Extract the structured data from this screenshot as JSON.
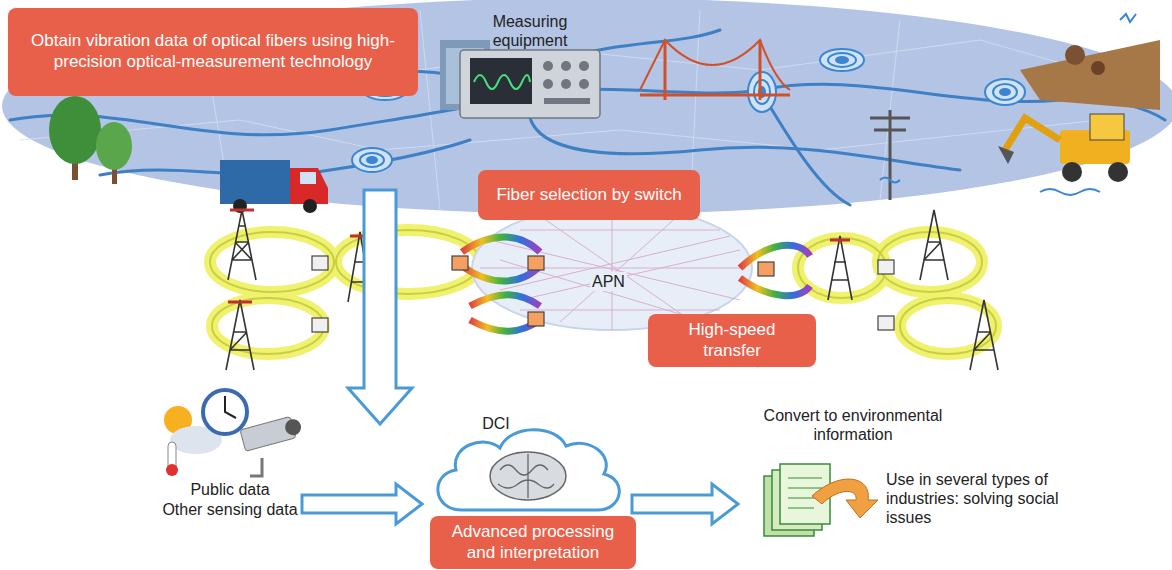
{
  "diagram": {
    "nodes": [
      {
        "text": [
          "Obtain vibration data of optical fibers using high-precision optical-measurement technology"
        ]
      },
      {
        "text": [
          "Fiber selection by switch"
        ]
      },
      {
        "text": [
          "High-speed transfer"
        ]
      },
      {
        "text": [
          "Advanced processing and interpretation"
        ]
      }
    ],
    "labels": [
      "Measuring equipment",
      "APN",
      "DCI",
      "Public data",
      "Other sensing data",
      "Convert to environmental information",
      "Use in several types of industries: solving social issues"
    ]
  }
}
